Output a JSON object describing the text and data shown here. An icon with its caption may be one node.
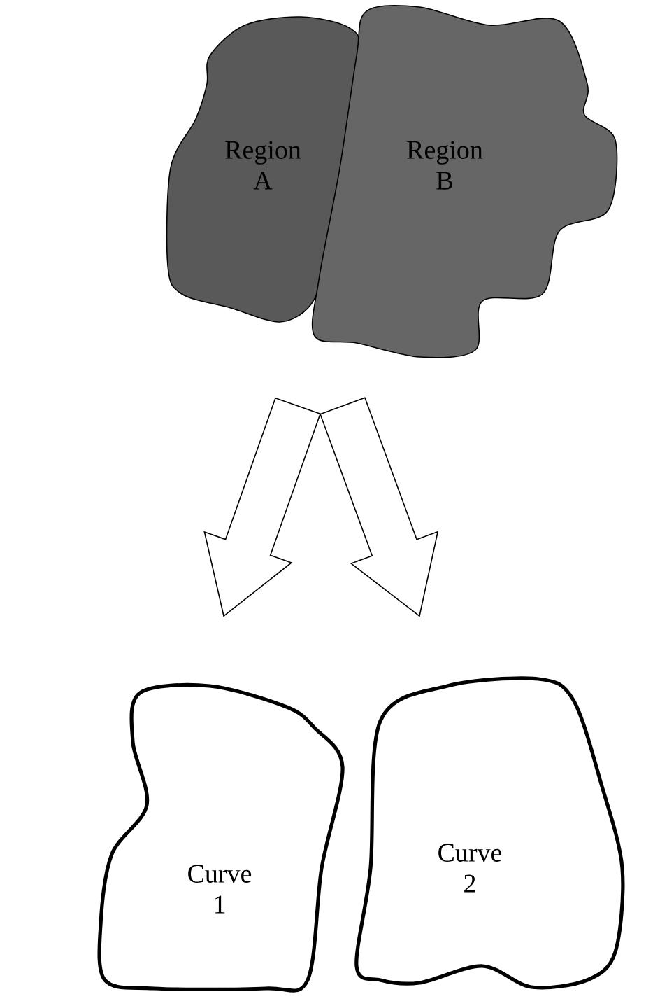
{
  "diagram": {
    "nodes": [
      {
        "text": [
          "Region A"
        ]
      },
      {
        "text": [
          "Region B"
        ]
      },
      {
        "text": [
          "Curve 1"
        ]
      },
      {
        "text": [
          "Curve 2"
        ]
      }
    ],
    "edges": [
      {
        "from": 0,
        "to": 2,
        "arrow": "to"
      },
      {
        "from": 1,
        "to": 3,
        "arrow": "to"
      }
    ]
  }
}
